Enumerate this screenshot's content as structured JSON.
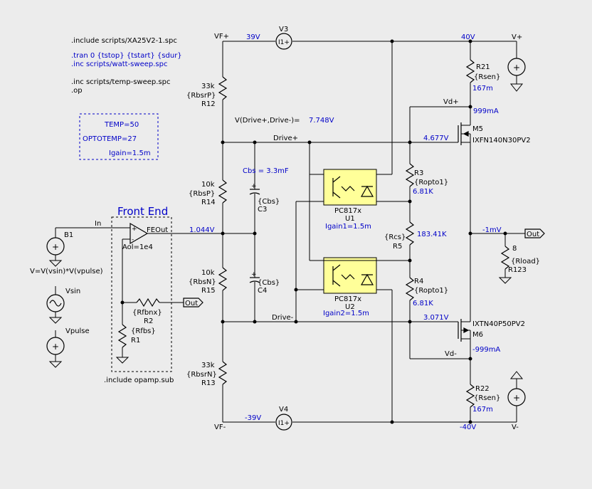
{
  "directives": {
    "include": ".include scripts/XA25V2-1.spc",
    "tran": ".tran 0 {tstop} {tstart} {sdur}",
    "inc_watt": ".inc scripts/watt-sweep.spc",
    "inc_temp": ".inc scripts/temp-sweep.spc",
    "op": ".op",
    "opamp_include": ".include opamp.sub"
  },
  "params": {
    "temp": "TEMP=50",
    "optotemp": "OPTOTEMP=27",
    "igain": "Igain=1.5m"
  },
  "front_end_title": "Front End",
  "measurement": {
    "label": "V(Drive+,Drive-)=",
    "value": "7.748V"
  },
  "nets": {
    "vf_plus": "VF+",
    "vf_minus": "VF-",
    "v_plus": "V+",
    "v_minus": "V-",
    "drive_plus": "Drive+",
    "drive_minus": "Drive-",
    "vd_plus": "Vd+",
    "vd_minus": "Vd-",
    "in": "In",
    "feout": "FEOut",
    "out": "Out"
  },
  "op_values": {
    "v39p": "39V",
    "v40p": "40V",
    "v39n": "-39V",
    "v40n": "-40V",
    "fe_out": "1.044V",
    "m5_gate": "4.677V",
    "m6_gate": "3.071V",
    "i_m5": "999mA",
    "i_m6": "-999mA",
    "out_v": "-1mV",
    "cbs": "Cbs = 3.3mF",
    "igain1": "Igain1=1.5m",
    "igain2": "Igain2=1.5m",
    "r3_val": "6.81K",
    "r4_val": "6.81K",
    "r5_val": "183.41K",
    "r21_val": "167m",
    "r22_val": "167m"
  },
  "components": {
    "v3": "V3",
    "v4": "V4",
    "v3_sym": "I1+",
    "v4_sym": "I1+",
    "r12_val": "33k",
    "r12_prm": "{RbsrP}",
    "r12_name": "R12",
    "r14_val": "10k",
    "r14_prm": "{RbsP}",
    "r14_name": "R14",
    "r15_val": "10k",
    "r15_prm": "{RbsN}",
    "r15_name": "R15",
    "r13_val": "33k",
    "r13_prm": "{RbsrN}",
    "r13_name": "R13",
    "c3_prm": "{Cbs}",
    "c3_name": "C3",
    "c4_prm": "{Cbs}",
    "c4_name": "C4",
    "u1_model": "PC817x",
    "u1_name": "U1",
    "u2_model": "PC817x",
    "u2_name": "U2",
    "r3_name": "R3",
    "r3_prm": "{Ropto1}",
    "r4_name": "R4",
    "r4_prm": "{Ropto1}",
    "r5_prm": "{Rcs}",
    "r5_name": "R5",
    "m5_name": "M5",
    "m5_model": "IXFN140N30PV2",
    "m6_model": "IXTN40P50PV2",
    "m6_name": "M6",
    "r21_name": "R21",
    "r21_prm": "{Rsen}",
    "r22_name": "R22",
    "r22_prm": "{Rsen}",
    "r123_val": "8",
    "r123_prm": "{Rload}",
    "r123_name": "R123",
    "b1_name": "B1",
    "b1_expr": "V=V(vsin)*V(vpulse)",
    "vsin": "Vsin",
    "vpulse": "Vpulse",
    "aol": "Aol=1e4",
    "r2_prm": "{Rfbnx}",
    "r2_name": "R2",
    "r1_prm": "{Rfbs}",
    "r1_name": "R1"
  }
}
